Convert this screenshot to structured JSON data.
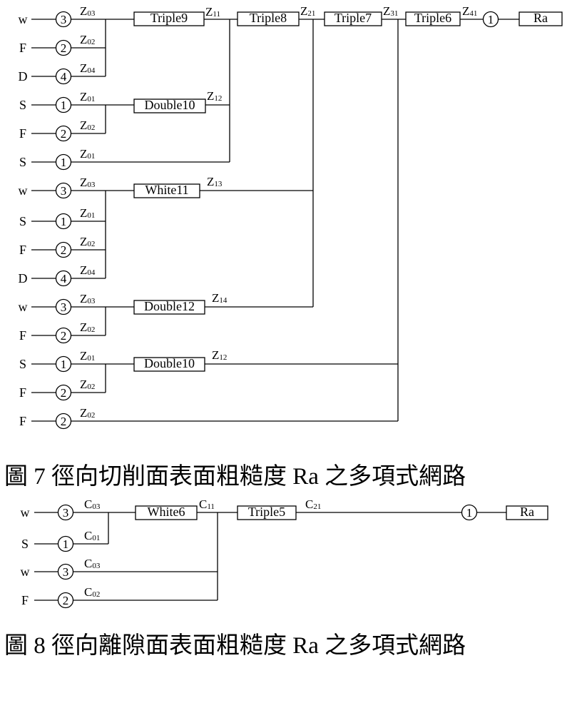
{
  "fig7": {
    "caption": "圖 7  徑向切削面表面粗糙度 Ra 之多項式網路",
    "inputs": [
      {
        "var": "w",
        "order": "3",
        "edge": "Z",
        "sub": "03"
      },
      {
        "var": "F",
        "order": "2",
        "edge": "Z",
        "sub": "02"
      },
      {
        "var": "D",
        "order": "4",
        "edge": "Z",
        "sub": "04"
      },
      {
        "var": "S",
        "order": "1",
        "edge": "Z",
        "sub": "01"
      },
      {
        "var": "F",
        "order": "2",
        "edge": "Z",
        "sub": "02"
      },
      {
        "var": "S",
        "order": "1",
        "edge": "Z",
        "sub": "01"
      },
      {
        "var": "w",
        "order": "3",
        "edge": "Z",
        "sub": "03"
      },
      {
        "var": "S",
        "order": "1",
        "edge": "Z",
        "sub": "01"
      },
      {
        "var": "F",
        "order": "2",
        "edge": "Z",
        "sub": "02"
      },
      {
        "var": "D",
        "order": "4",
        "edge": "Z",
        "sub": "04"
      },
      {
        "var": "w",
        "order": "3",
        "edge": "Z",
        "sub": "03"
      },
      {
        "var": "F",
        "order": "2",
        "edge": "Z",
        "sub": "02"
      },
      {
        "var": "S",
        "order": "1",
        "edge": "Z",
        "sub": "01"
      },
      {
        "var": "F",
        "order": "2",
        "edge": "Z",
        "sub": "02"
      },
      {
        "var": "F",
        "order": "2",
        "edge": "Z",
        "sub": "02"
      }
    ],
    "layer1": [
      {
        "label": "Triple9",
        "edge": "Z",
        "sub": "11"
      },
      {
        "label": "Double10",
        "edge": "Z",
        "sub": "12"
      },
      {
        "label": "White11",
        "edge": "Z",
        "sub": "13"
      },
      {
        "label": "Double12",
        "edge": "Z",
        "sub": "14"
      },
      {
        "label": "Double10",
        "edge": "Z",
        "sub": "12"
      }
    ],
    "chain": [
      {
        "label": "Triple8",
        "edge": "Z",
        "sub": "21"
      },
      {
        "label": "Triple7",
        "edge": "Z",
        "sub": "31"
      },
      {
        "label": "Triple6",
        "edge": "Z",
        "sub": "41"
      }
    ],
    "output_node": "1",
    "output": "Ra"
  },
  "fig8": {
    "caption": "圖 8  徑向離隙面表面粗糙度 Ra 之多項式網路",
    "inputs": [
      {
        "var": "w",
        "order": "3",
        "edge": "C",
        "sub": "03"
      },
      {
        "var": "S",
        "order": "1",
        "edge": "C",
        "sub": "01"
      },
      {
        "var": "w",
        "order": "3",
        "edge": "C",
        "sub": "03"
      },
      {
        "var": "F",
        "order": "2",
        "edge": "C",
        "sub": "02"
      }
    ],
    "layer1": [
      {
        "label": "White6",
        "edge": "C",
        "sub": "11"
      }
    ],
    "chain": [
      {
        "label": "Triple5",
        "edge": "C",
        "sub": "21"
      }
    ],
    "output_node": "1",
    "output": "Ra"
  }
}
